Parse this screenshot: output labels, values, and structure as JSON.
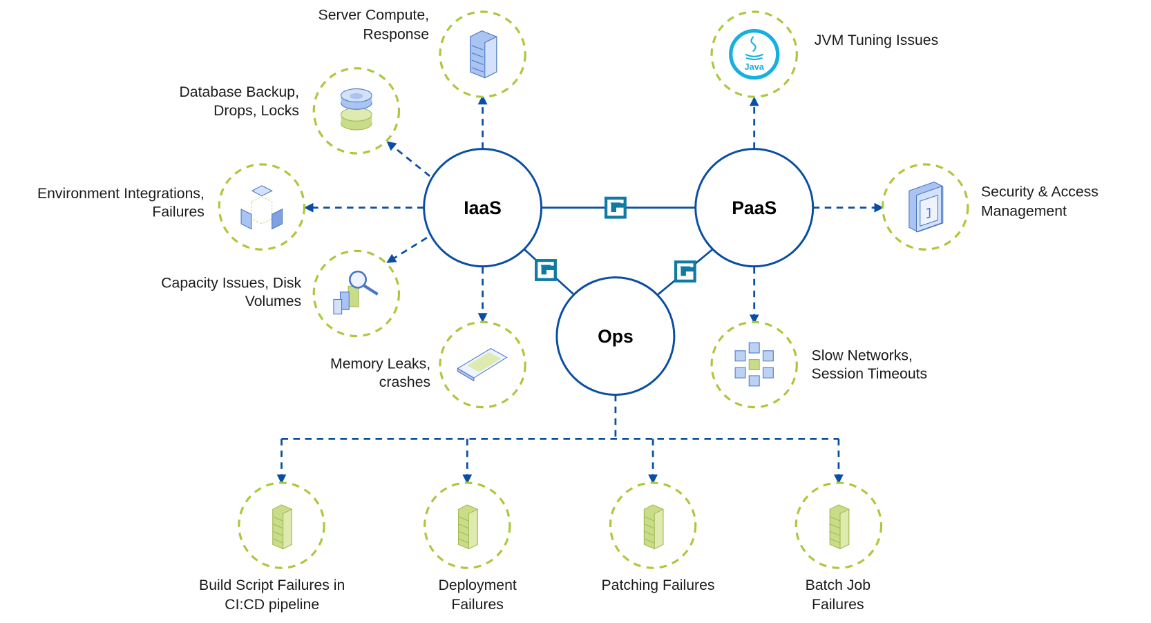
{
  "hubs": {
    "iaas": "IaaS",
    "paas": "PaaS",
    "ops": "Ops"
  },
  "issues": {
    "server": [
      "Server Compute,",
      "Response"
    ],
    "database": [
      "Database Backup,",
      "Drops, Locks"
    ],
    "environment": [
      "Environment Integrations,",
      "Failures"
    ],
    "capacity": [
      "Capacity Issues, Disk",
      "Volumes"
    ],
    "memory": [
      "Memory Leaks,",
      "crashes"
    ],
    "jvm": [
      "JVM Tuning Issues"
    ],
    "security": [
      "Security & Access",
      "Management"
    ],
    "network": [
      "Slow Networks,",
      "Session Timeouts"
    ],
    "build": [
      "Build Script Failures in",
      "CI:CD pipeline"
    ],
    "deployment": [
      "Deployment",
      "Failures"
    ],
    "patching": [
      "Patching Failures"
    ],
    "batch": [
      "Batch Job",
      "Failures"
    ]
  },
  "java_logo_text": "Java",
  "colors": {
    "line": "#0a4ea3",
    "ring": "#a9c93a",
    "connector": "#0f7aa3",
    "java": "#16b0e0"
  }
}
